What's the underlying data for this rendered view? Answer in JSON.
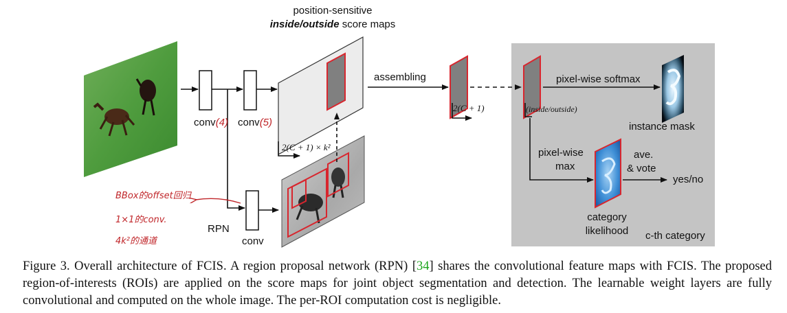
{
  "labels": {
    "score_maps_line1": "position-sensitive",
    "score_maps_line2_bold": "inside/outside",
    "score_maps_line2_rest": " score maps",
    "conv4_prefix": "conv",
    "conv4_hand": "(4)",
    "conv5_prefix": "conv",
    "conv5_hand": "(5)",
    "rpn": "RPN",
    "rpn_conv": "conv",
    "score_channels": "2(C + 1) × k²",
    "assembling": "assembling",
    "assembled_channels": "2(C + 1)",
    "inside_outside": "(inside/outside)",
    "pixel_wise_softmax": "pixel-wise softmax",
    "instance_mask": "instance mask",
    "pixel_wise_max_line1": "pixel-wise",
    "pixel_wise_max_line2": "max",
    "ave_line1": "ave.",
    "ave_line2": "& vote",
    "yes_no": "yes/no",
    "category_line1": "category",
    "category_line2": "likelihood",
    "cth_category": "c-th category"
  },
  "annotations": {
    "line1": "BBox的offset回归",
    "line2": "1×1的conv.",
    "line3": "4k²的通道"
  },
  "caption": {
    "prefix": "Figure 3. Overall architecture of FCIS. A region proposal network (RPN) [",
    "ref": "34",
    "suffix": "] shares the convolutional feature maps with FCIS. The proposed region-of-interests (ROIs) are applied on the score maps for joint object segmentation and detection. The learnable weight layers are fully convolutional and computed on the whole image. The per-ROI computation cost is negligible."
  },
  "colors": {
    "roi_red": "#d8262e",
    "panel_gray": "#c4c4c4",
    "feature_gray": "#808080",
    "score_map_fill": "#ececec",
    "ref_green": "#1fa51f",
    "annotation_red": "#c0262a"
  }
}
